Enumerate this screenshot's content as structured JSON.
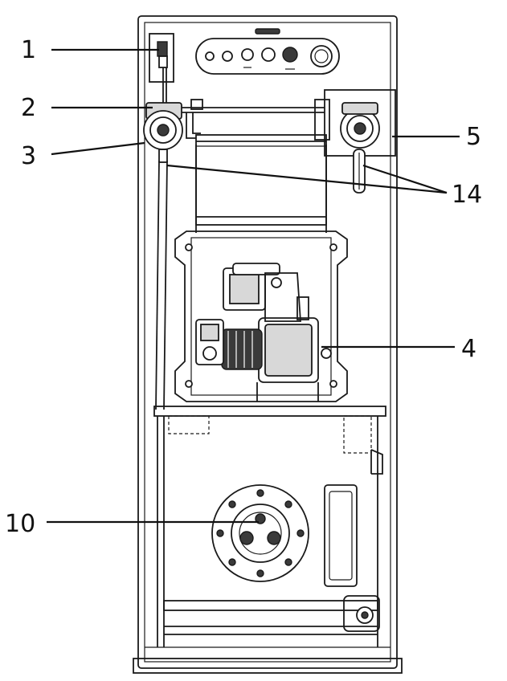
{
  "callouts": [
    {
      "id": "c1",
      "label": "1"
    },
    {
      "id": "c2",
      "label": "2"
    },
    {
      "id": "c3",
      "label": "3"
    },
    {
      "id": "c5",
      "label": "5"
    },
    {
      "id": "c14",
      "label": "14"
    },
    {
      "id": "c4",
      "label": "4"
    },
    {
      "id": "c10",
      "label": "10"
    }
  ]
}
